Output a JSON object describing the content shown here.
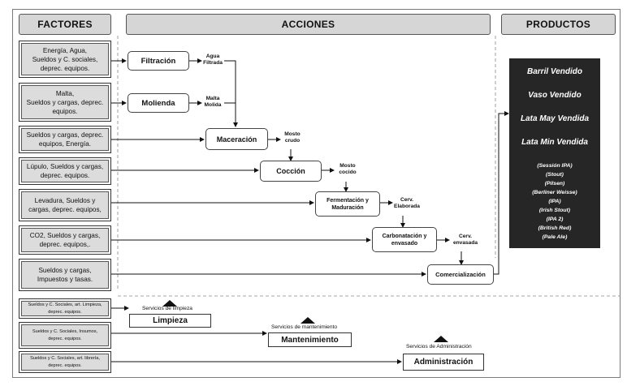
{
  "headers": {
    "factores": "FACTORES",
    "acciones": "ACCIONES",
    "productos": "PRODUCTOS"
  },
  "factors": [
    "Energía, Agua,\nSueldos y C. sociales,\ndeprec. equipos.",
    "Malta,\nSueldos y cargas, deprec.\nequipos.",
    "Sueldos y cargas, deprec.\nequipos, Energía.",
    "Lúpulo, Sueldos y cargas,\ndeprec. equipos.",
    "Levadura, Sueldos y\ncargas, deprec. equipos,",
    "CO2, Sueldos y cargas,\ndeprec. equipos,.",
    "Sueldos y cargas,\nImpuestos y tasas."
  ],
  "actions": [
    "Filtración",
    "Molienda",
    "Maceración",
    "Cocción",
    "Fermentación y\nMaduración",
    "Carbonatación y\nenvasado",
    "Comercialización"
  ],
  "intermediates": [
    "Agua\nFiltrada",
    "Malta\nMolida",
    "Mosto\ncrudo",
    "Mosto\ncocido",
    "Cerv.\nElaborada",
    "Cerv.\nenvasada"
  ],
  "products": {
    "main": [
      "Barril Vendido",
      "Vaso Vendido",
      "Lata May Vendida",
      "Lata Min Vendida"
    ],
    "varieties": [
      "(Sessión IPA)",
      "(Stout)",
      "(Pilsen)",
      "(Berliner Weisse)",
      "(IPA)",
      "(Irish Stout)",
      "(IPA 2)",
      "(British Red)",
      "(Pale Ale)"
    ]
  },
  "support": [
    {
      "factor": "Sueldos y C. Sociales, art. Limpieza,\ndeprec. equipos.",
      "service": "Servicios de limpieza",
      "area": "Limpieza"
    },
    {
      "factor": "Sueldos y C. Sociales, Insumos,\ndeprec. equipos.",
      "service": "Servicios de mantenimiento",
      "area": "Mantenimiento"
    },
    {
      "factor": "Sueldos y C. Sociales, art. librería,\ndeprec. equipos.",
      "service": "Servicios de Administración",
      "area": "Administración"
    }
  ],
  "colors": {
    "header_fill": "#d6d6d6",
    "factor_fill": "#dcdcdc",
    "products_fill": "#262626",
    "line": "#111111"
  }
}
